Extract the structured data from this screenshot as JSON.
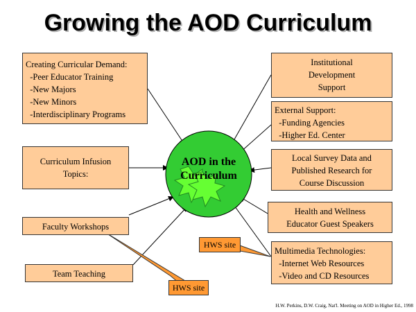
{
  "title": "Growing the AOD Curriculum",
  "center": {
    "line1": "AOD in the",
    "line2": "Curriculum"
  },
  "boxes": {
    "creating_demand": [
      "Creating Curricular Demand:",
      "  -Peer Educator Training",
      "  -New Majors",
      "  -New Minors",
      "  -Interdisciplinary Programs"
    ],
    "infusion_topics": [
      "Curriculum Infusion",
      "Topics:"
    ],
    "faculty_workshops": [
      "Faculty Workshops"
    ],
    "team_teaching": [
      "Team Teaching"
    ],
    "institutional_support": [
      "Institutional",
      "Development",
      "Support"
    ],
    "external_support": [
      "External Support:",
      "  -Funding Agencies",
      "  -Higher Ed. Center"
    ],
    "local_survey": [
      "Local Survey Data and",
      "Published Research for",
      "Course Discussion"
    ],
    "health_wellness": [
      "Health and Wellness",
      "Educator Guest Speakers"
    ],
    "multimedia": [
      "Multimedia Technologies:",
      "  -Internet Web Resources",
      "  -Video and CD Resources"
    ]
  },
  "callouts": {
    "hws_site_1": "HWS site",
    "hws_site_2": "HWS site"
  },
  "citation": "H.W. Perkins, D.W. Craig, Nat'l. Meeting on AOD in Higher Ed., 1998",
  "colors": {
    "box_fill": "#ffcc99",
    "callout_fill": "#ff9933",
    "center_fill": "#33cc33",
    "starburst_fill": "#66ff33"
  }
}
